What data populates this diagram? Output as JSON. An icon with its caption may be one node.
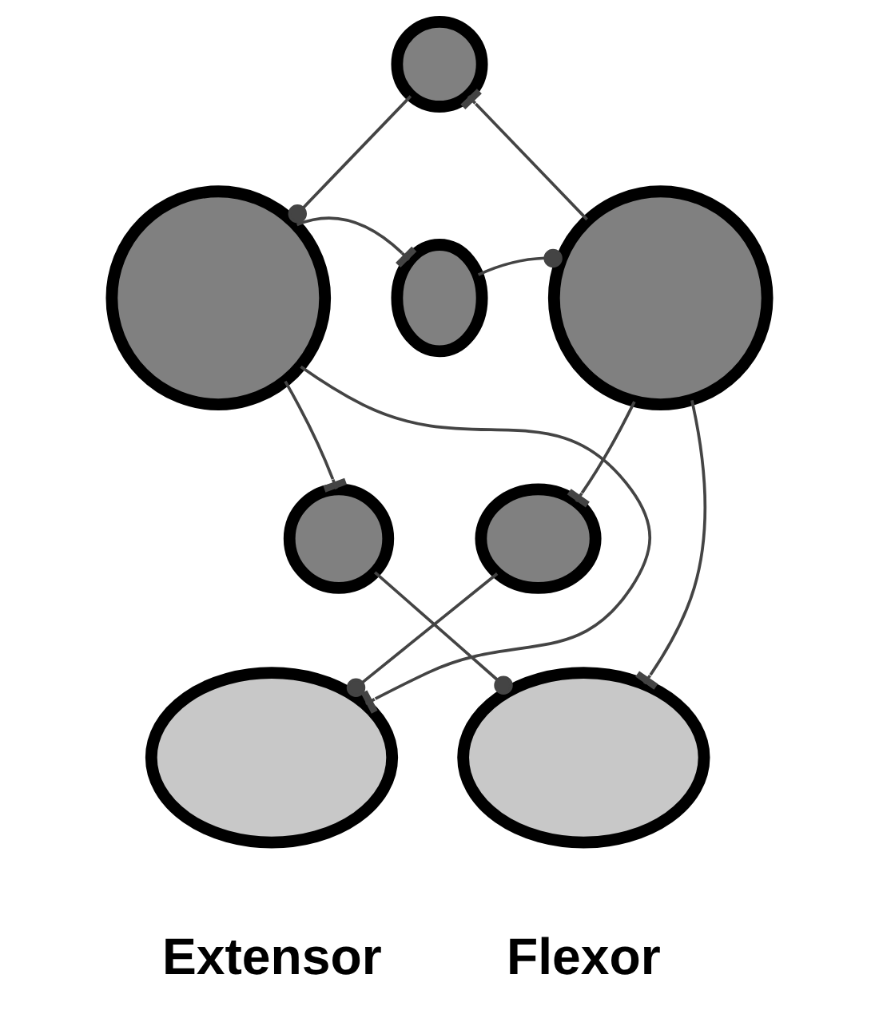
{
  "diagram": {
    "nodes": [
      {
        "text": [],
        "shape": "circle"
      },
      {
        "text": [],
        "shape": "circle"
      },
      {
        "text": [],
        "shape": "ellipse"
      },
      {
        "text": [],
        "shape": "circle"
      },
      {
        "text": [],
        "shape": "circle"
      },
      {
        "text": [],
        "shape": "ellipse"
      },
      {
        "text": [],
        "shape": "ellipse",
        "beside": [
          "Extensor"
        ]
      },
      {
        "text": [],
        "shape": "ellipse",
        "beside": [
          "Flexor"
        ]
      }
    ],
    "edges": [
      {
        "from": 1,
        "to": 0,
        "arrow": "other"
      },
      {
        "from": 3,
        "to": 1,
        "arrow": "other"
      },
      {
        "from": 0,
        "to": 2,
        "arrow": "other"
      },
      {
        "from": 2,
        "to": 3,
        "arrow": "other"
      },
      {
        "from": 0,
        "to": 4,
        "arrow": "other"
      },
      {
        "from": 3,
        "to": 5,
        "arrow": "other"
      },
      {
        "from": 0,
        "to": 6,
        "arrow": "other"
      },
      {
        "from": 3,
        "to": 7,
        "arrow": "other"
      },
      {
        "from": 5,
        "to": 6,
        "arrow": "other"
      },
      {
        "from": 4,
        "to": 7,
        "arrow": "other"
      }
    ]
  }
}
